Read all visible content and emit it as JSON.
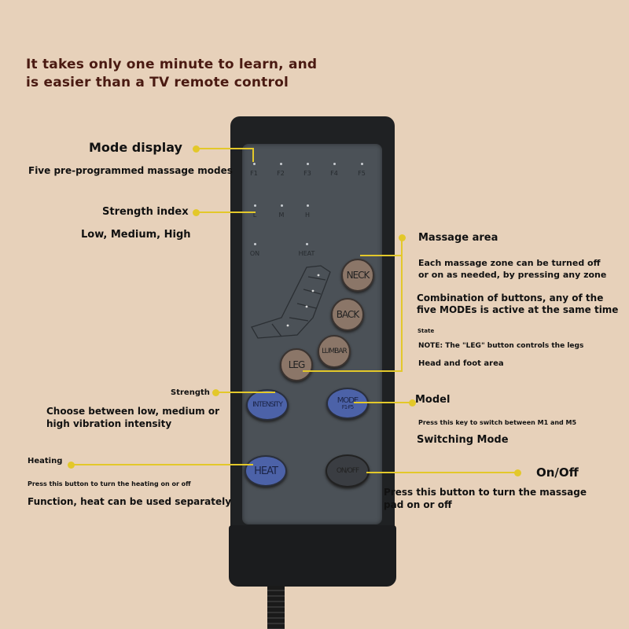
{
  "title": [
    "It takes only one minute to learn, and",
    "is easier than a TV remote control"
  ],
  "mode_display": {
    "label": "Mode display",
    "desc": "Five pre-programmed massage modes"
  },
  "strength_index": {
    "label": "Strength index",
    "desc": "Low, Medium, High"
  },
  "massage_area": {
    "label": "Massage area",
    "desc1": [
      "Each massage zone can be turned off",
      "or on as needed, by pressing any zone"
    ],
    "desc2": [
      "Combination of buttons, any of the",
      "five MODEs is active at the same time"
    ],
    "state": "State",
    "note": "NOTE: The \"LEG\" button controls the legs",
    "note2": "Head and foot area"
  },
  "strength": {
    "label": "Strength",
    "desc": [
      "Choose between low, medium or",
      "high vibration intensity"
    ]
  },
  "model": {
    "label": "Model",
    "desc": "Press this key to switch between M1 and M5",
    "desc2": "Switching Mode"
  },
  "heating": {
    "label": "Heating",
    "desc": "Press this button to turn the heating on or off",
    "desc2": "Function, heat can be used separately"
  },
  "onoff": {
    "label": "On/Off",
    "desc": [
      "Press this button to turn the massage",
      "pad on or off"
    ]
  },
  "remote": {
    "mode_leds": [
      "F1",
      "F2",
      "F3",
      "F4",
      "F5"
    ],
    "strength_leds": [
      "L",
      "M",
      "H"
    ],
    "status_leds": [
      "ON",
      "HEAT"
    ],
    "buttons": {
      "neck": "NECK",
      "back": "BACK",
      "lumbar": "LUMBAR",
      "leg": "LEG",
      "intensity": "INTENSITY",
      "mode": "MODE",
      "mode_sub": "F1-F5",
      "heat": "HEAT",
      "onoff": "ON/OFF"
    }
  },
  "colors": {
    "background": "#e7d1ba",
    "accent": "#e3c82a",
    "title": "#4a1a12"
  }
}
